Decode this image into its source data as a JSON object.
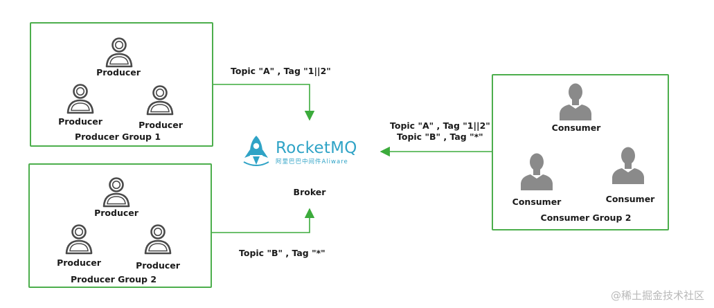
{
  "producer_groups": [
    {
      "label": "Producer Group 1",
      "producers": [
        "Producer",
        "Producer",
        "Producer"
      ]
    },
    {
      "label": "Producer Group 2",
      "producers": [
        "Producer",
        "Producer",
        "Producer"
      ]
    }
  ],
  "consumer_group": {
    "label": "Consumer Group 2",
    "consumers": [
      "Consumer",
      "Consumer",
      "Consumer"
    ]
  },
  "broker": {
    "logo_text": "RocketMQ",
    "logo_subtext": "阿里巴巴中间件Aliware",
    "label": "Broker"
  },
  "edges": {
    "group1_to_broker": "Topic \"A\" , Tag \"1||2\"",
    "group2_to_broker": "Topic \"B\" , Tag \"*\"",
    "consumer_line1": "Topic \"A\" , Tag \"1||2\"",
    "consumer_line2": "Topic \"B\" , Tag \"*\""
  },
  "watermark": "@稀土掘金技术社区",
  "colors": {
    "border": "#4cae4c",
    "arrow": "#3cab3c",
    "logo": "#2fa3c6",
    "consumer_icon": "#8a8a8a"
  }
}
